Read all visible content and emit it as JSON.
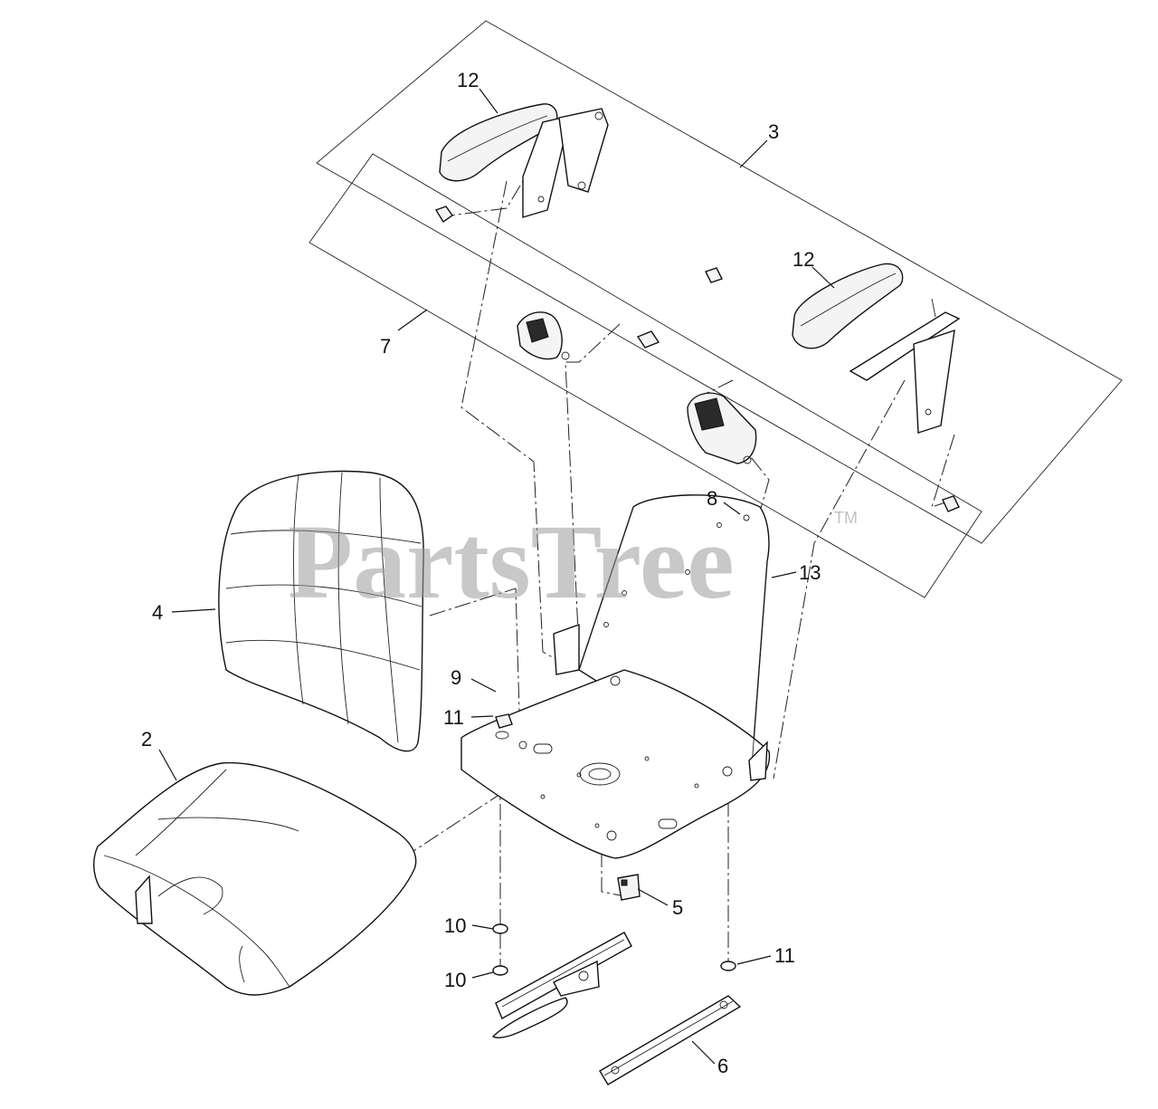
{
  "watermark": {
    "text": "PartsTree",
    "tm": "TM"
  },
  "callouts": {
    "c12a": "12",
    "c3": "3",
    "c12b": "12",
    "c7": "7",
    "c8": "8",
    "c13": "13",
    "c4": "4",
    "c9": "9",
    "c11a": "11",
    "c2": "2",
    "c5": "5",
    "c10a": "10",
    "c10b": "10",
    "c11b": "11",
    "c6": "6"
  }
}
